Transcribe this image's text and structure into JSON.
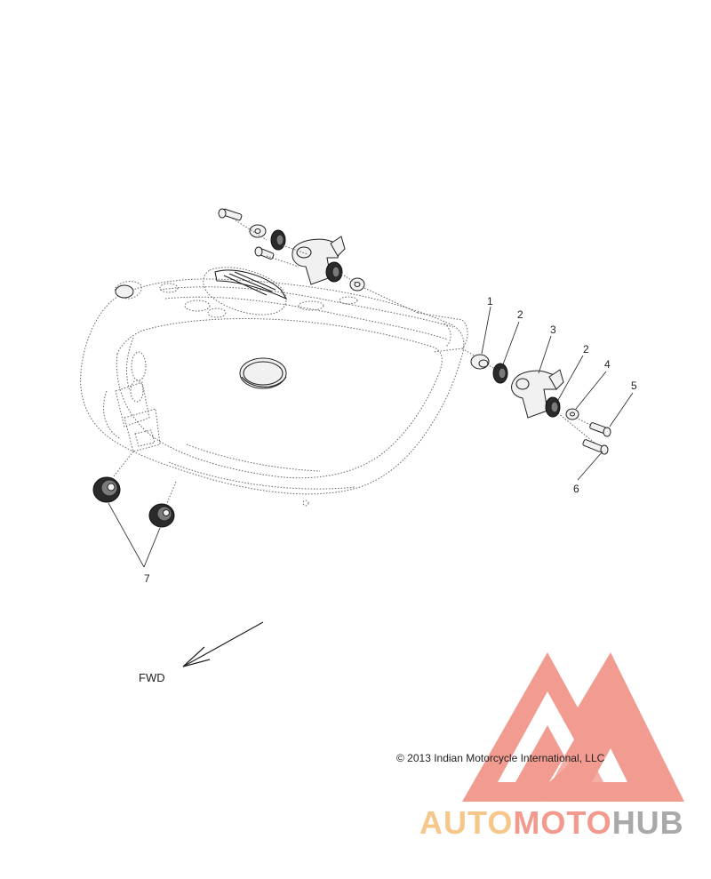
{
  "callouts": {
    "c1": "1",
    "c2a": "2",
    "c3": "3",
    "c2b": "2",
    "c4": "4",
    "c5": "5",
    "c6": "6",
    "c7": "7"
  },
  "direction_label": "FWD",
  "copyright": "© 2013 Indian Motorcycle International, LLC",
  "watermark": {
    "part1": "AUTO",
    "part2": "MOTO",
    "part3": "HUB",
    "colors": {
      "triangle": "#f08a7e",
      "auto": "#f5c78a",
      "moto": "#f29a8e",
      "hub": "#a9a9a9"
    }
  }
}
